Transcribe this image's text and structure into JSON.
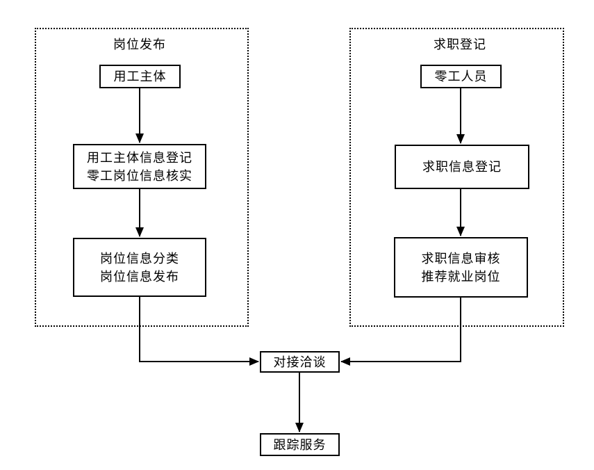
{
  "diagram": {
    "left_group": {
      "title": "岗位发布",
      "node_employer": "用工主体",
      "node_register_line1": "用工主体信息登记",
      "node_register_line2": "零工岗位信息核实",
      "node_publish_line1": "岗位信息分类",
      "node_publish_line2": "岗位信息发布"
    },
    "right_group": {
      "title": "求职登记",
      "node_worker": "零工人员",
      "node_register": "求职信息登记",
      "node_review_line1": "求职信息审核",
      "node_review_line2": "推荐就业岗位"
    },
    "center_flow": {
      "node_negotiation": "对接洽谈",
      "node_tracking": "跟踪服务"
    },
    "colors": {
      "line": "#000000",
      "background": "#ffffff"
    }
  }
}
